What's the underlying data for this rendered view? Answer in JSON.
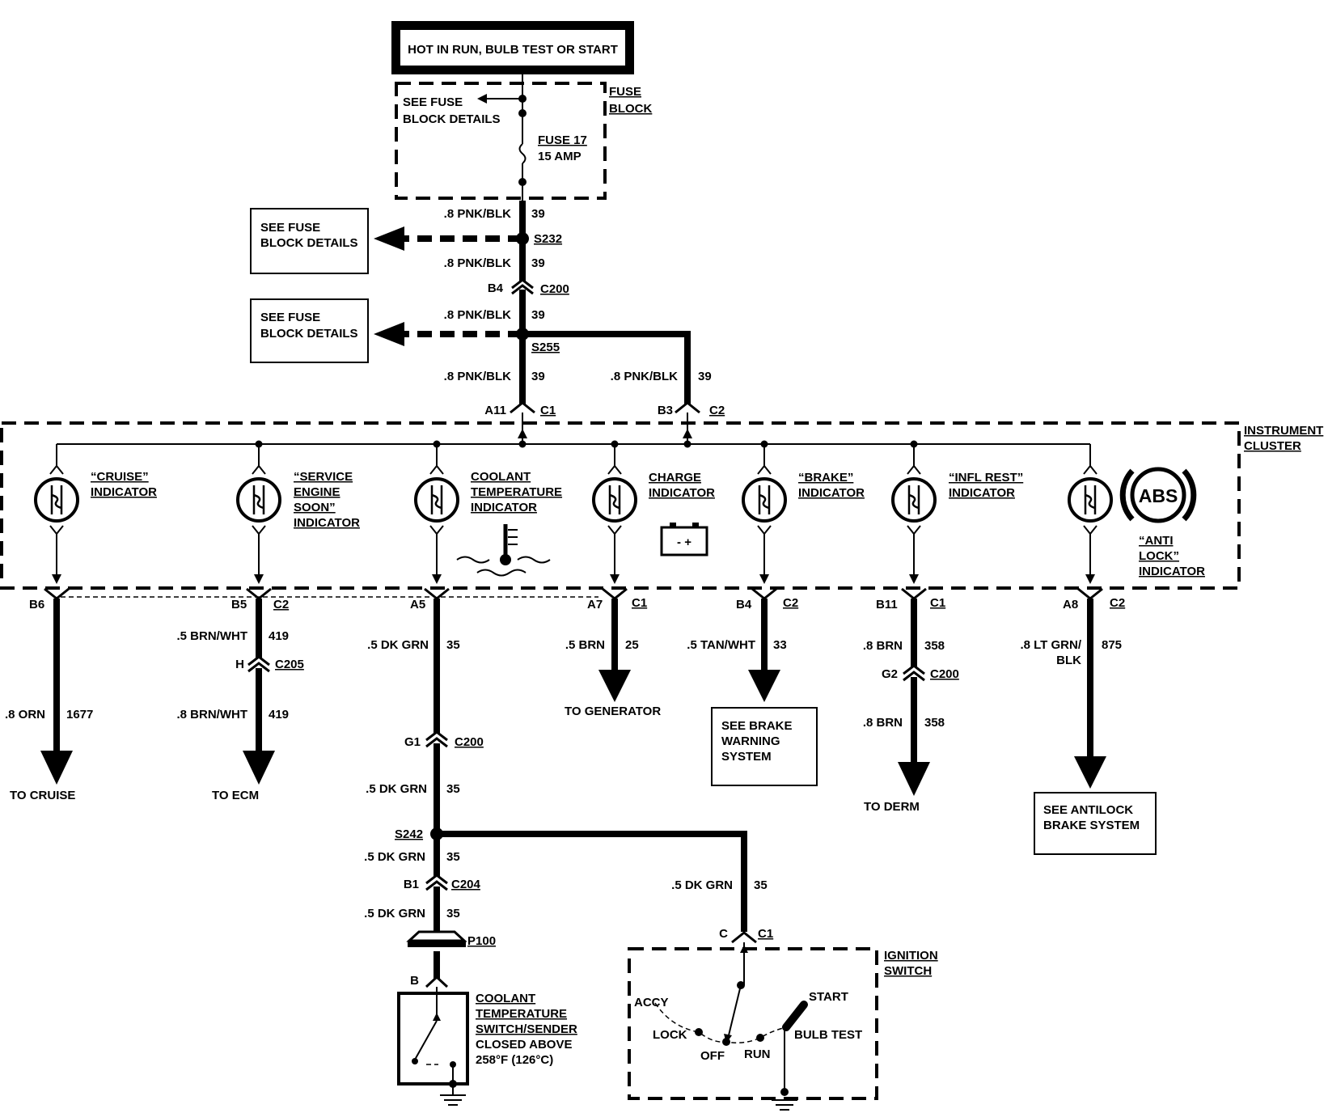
{
  "header": {
    "title": "HOT IN RUN, BULB TEST OR START"
  },
  "fuse_block": {
    "label_1": "FUSE",
    "label_2": "BLOCK",
    "see_details_1": "SEE FUSE",
    "see_details_2": "BLOCK DETAILS",
    "fuse_1": "FUSE 17",
    "fuse_2": "15 AMP"
  },
  "side_boxes": [
    {
      "line1": "SEE FUSE",
      "line2": "BLOCK DETAILS"
    },
    {
      "line1": "SEE FUSE",
      "line2": "BLOCK DETAILS"
    }
  ],
  "feed": {
    "wire_top": ".8 PNK/BLK",
    "circuit_top": "39",
    "splice_1": "S232",
    "wire_2": ".8 PNK/BLK",
    "circuit_2": "39",
    "pin_b4": "B4",
    "conn_c200": "C200",
    "wire_3": ".8 PNK/BLK",
    "circuit_3": "39",
    "splice_2": "S255",
    "wire_left": ".8 PNK/BLK",
    "circuit_left": "39",
    "wire_right": ".8 PNK/BLK",
    "circuit_right": "39",
    "pin_a11": "A11",
    "conn_c1": "C1",
    "pin_b3": "B3",
    "conn_c2": "C2"
  },
  "cluster": {
    "label_1": "INSTRUMENT",
    "label_2": "CLUSTER",
    "indicators": [
      {
        "lines": [
          "“CRUISE”",
          "INDICATOR"
        ]
      },
      {
        "lines": [
          "“SERVICE",
          "ENGINE",
          "SOON”",
          "INDICATOR"
        ]
      },
      {
        "lines": [
          "COOLANT",
          "TEMPERATURE",
          "INDICATOR"
        ]
      },
      {
        "lines": [
          "CHARGE",
          "INDICATOR"
        ]
      },
      {
        "lines": [
          "“BRAKE”",
          "INDICATOR"
        ]
      },
      {
        "lines": [
          "“INFL REST”",
          "INDICATOR"
        ]
      },
      {
        "lines": [
          "“ANTI",
          "LOCK”",
          "INDICATOR"
        ]
      }
    ],
    "abs_symbol": "ABS",
    "battery_symbol": "- +"
  },
  "outputs": [
    {
      "pin": "B6",
      "conn": "",
      "wire": ".8 ORN",
      "circuit": "1677",
      "dest": "TO CRUISE"
    },
    {
      "pin": "B5",
      "conn": "C2",
      "wire": ".5 BRN/WHT",
      "circuit": "419",
      "inline_pin": "H",
      "inline_conn": "C205",
      "wire2": ".8 BRN/WHT",
      "circuit2": "419",
      "dest": "TO ECM"
    },
    {
      "pin": "A5",
      "conn": "",
      "wire": ".5 DK GRN",
      "circuit": "35"
    },
    {
      "pin": "A7",
      "conn": "C1",
      "wire": ".5 BRN",
      "circuit": "25",
      "dest": "TO GENERATOR"
    },
    {
      "pin": "B4",
      "conn": "C2",
      "wire": ".5 TAN/WHT",
      "circuit": "33",
      "dest_box": [
        "SEE BRAKE",
        "WARNING",
        "SYSTEM"
      ]
    },
    {
      "pin": "B11",
      "conn": "C1",
      "wire": ".8 BRN",
      "circuit": "358",
      "inline_pin": "G2",
      "inline_conn": "C200",
      "wire2": ".8 BRN",
      "circuit2": "358",
      "dest": "TO DERM"
    },
    {
      "pin": "A8",
      "conn": "C2",
      "wire_1": ".8 LT GRN/",
      "wire_2": "BLK",
      "circuit": "875",
      "dest_box": [
        "SEE ANTILOCK",
        "BRAKE SYSTEM"
      ]
    }
  ],
  "coolant_branch": {
    "pin_g1": "G1",
    "conn_c200": "C200",
    "wire_1": ".5 DK GRN",
    "circuit_1": "35",
    "splice": "S242",
    "wire_2": ".5 DK GRN",
    "circuit_2": "35",
    "pin_b1": "B1",
    "conn_c204": "C204",
    "wire_3": ".5 DK GRN",
    "circuit_3": "35",
    "conn_p100": "P100",
    "pin_b": "B",
    "sender": [
      "COOLANT",
      "TEMPERATURE",
      "SWITCH/SENDER",
      "CLOSED ABOVE",
      "258°F (126°C)"
    ],
    "wire_right": ".5 DK GRN",
    "circuit_right": "35",
    "pin_c": "C",
    "conn_c1": "C1"
  },
  "ignition": {
    "label_1": "IGNITION",
    "label_2": "SWITCH",
    "positions": {
      "accy": "ACCY",
      "lock": "LOCK",
      "off": "OFF",
      "run": "RUN",
      "start": "START",
      "bulb_test": "BULB TEST"
    }
  }
}
